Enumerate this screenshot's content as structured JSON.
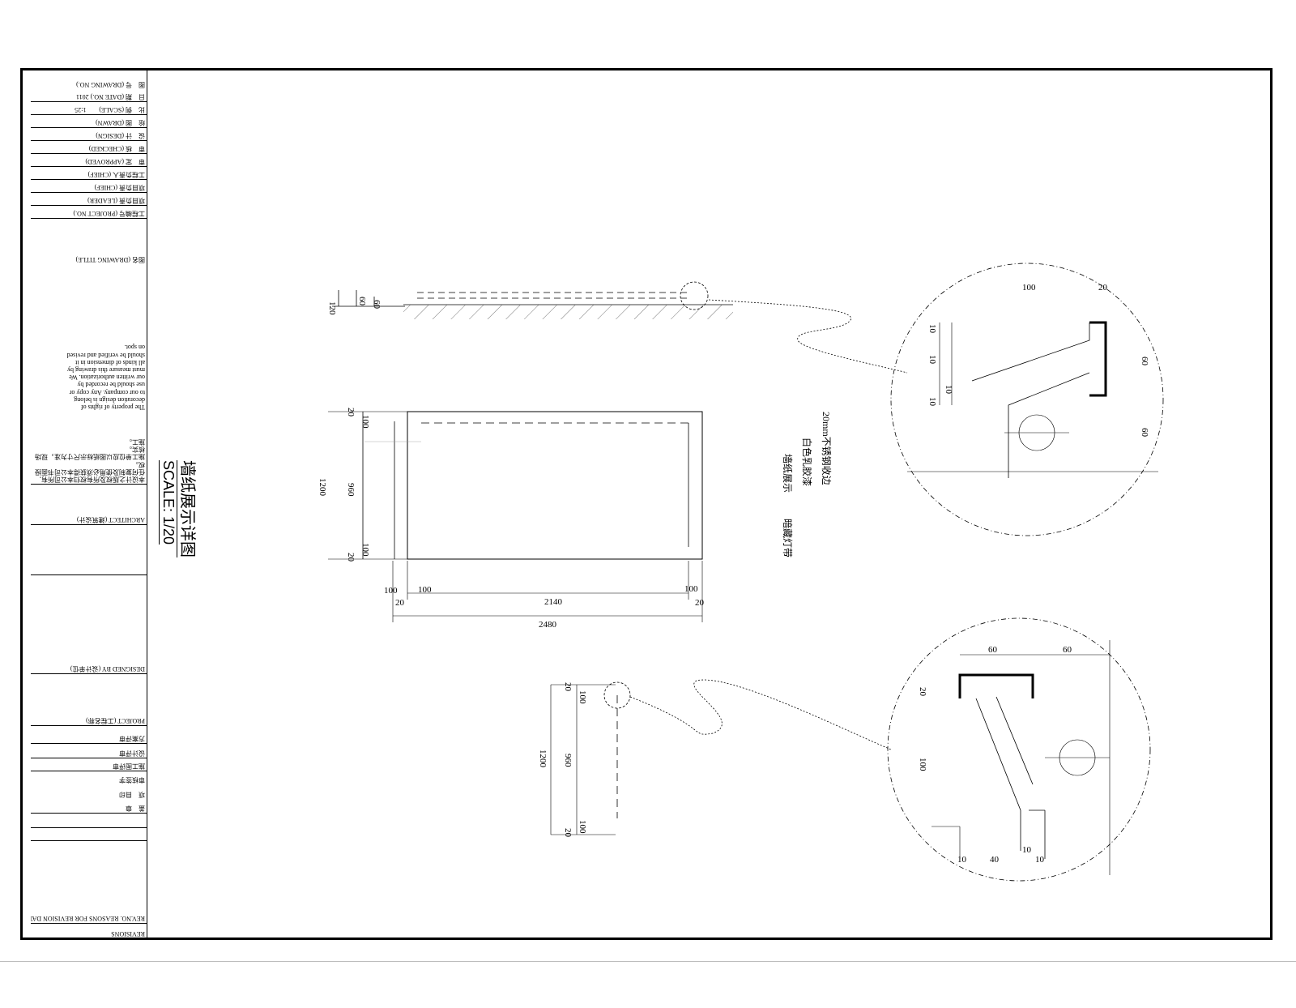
{
  "title_block": {
    "rows": [
      "图　号 (DRAWING NO.)",
      "日　期 (DATE NO.) 2011",
      "比　例 (SCALE)　　1:25",
      "绘　图 (DRAWN)",
      "设　计 (DESIGN)",
      "审　核 (CHECKED)",
      "审　定 (APPROVED)",
      "工程负责人 (CHIEF)",
      "项目负责 (CHIEF)",
      "项目负责 (LEADER)",
      "工程编号 (PROJECT NO.)"
    ],
    "drawing_title_label": "图名 (DRAWING TITLE)",
    "copyright_en": [
      "The property of rights of",
      "decoration design is belong",
      "to our company. Any copy or",
      "use should be recorded by",
      "our written authorization. We",
      "must measure this drawing by",
      "all kinds of dimension in it",
      "should be verified and revised",
      "on spot."
    ],
    "copyright_cn": [
      "本设计之版权及所有权归本公司所有,",
      "任何复制及使用必须获得本公司书面授权。",
      "施工单位应以图纸标示尺寸为准，现场核实。",
      "施工。"
    ],
    "architect_label": "ARCHITECT (建筑设计)",
    "designed_by_label": "DESIGNED BY (设计单位)",
    "project_label": "PROJECT (工程名称)",
    "stamps": [
      "方案评审",
      "设计评审",
      "施工图评审",
      "审核签字",
      "项　目印",
      "盖　章"
    ],
    "revision_header": "REV.NO. REASONS FOR REVISION DATE",
    "revisions_label": "REVISIONS"
  },
  "drawing": {
    "title": "墙纸展示详图",
    "scale": "SCALE: 1/20",
    "notes": [
      "20mm不锈钢收边",
      "白色乳胶漆",
      "墙纸展示",
      "暗藏灯带"
    ],
    "elevation_dims": {
      "height_total": "1200",
      "height_inner": "960",
      "top_a": "20",
      "top_b": "100",
      "bot_a": "100",
      "bot_b": "20",
      "w_left_a": "100",
      "w_left_b": "20",
      "w_left_c": "100",
      "w_inner": "2140",
      "w_right_a": "100",
      "w_right_b": "20",
      "w_total": "2480"
    },
    "plan_dims": {
      "a": "120",
      "b": "60",
      "c": "60"
    },
    "section_dims": {
      "top_a": "20",
      "top_b": "100",
      "mid": "960",
      "total": "1200",
      "bot_a": "100",
      "bot_b": "20"
    },
    "detail1_dims": {
      "a": "100",
      "b": "20",
      "c": "10",
      "d": "10",
      "e": "10",
      "f": "10",
      "g": "60",
      "h": "60"
    },
    "detail2_dims": {
      "a": "60",
      "b": "60",
      "c": "20",
      "d": "100",
      "e": "10",
      "f": "40",
      "g": "10",
      "h": "10"
    }
  }
}
